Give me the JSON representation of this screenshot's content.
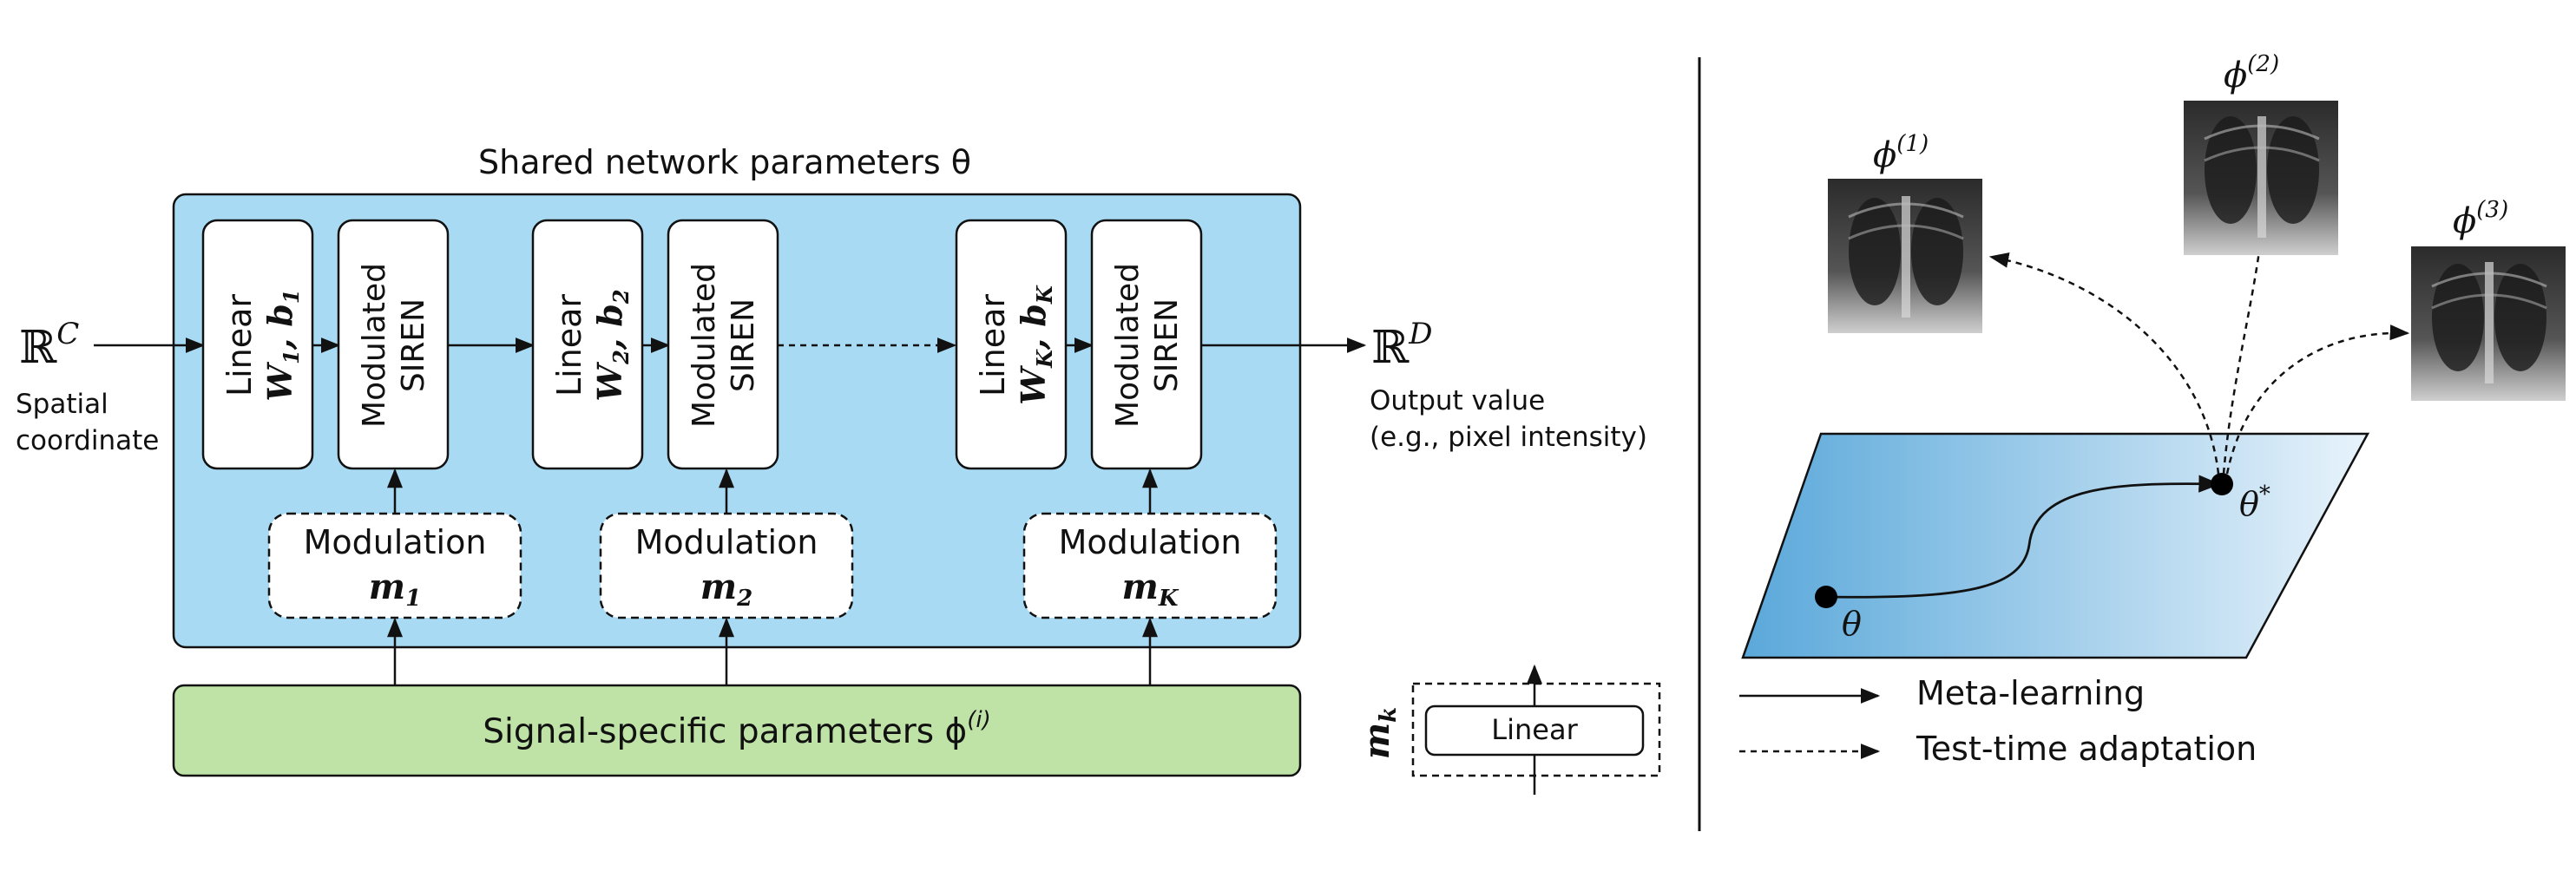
{
  "left": {
    "shared_title": "Shared network parameters θ",
    "input_symbol": "ℝ",
    "input_sup": "C",
    "input_caption_1": "Spatial",
    "input_caption_2": "coordinate",
    "output_symbol": "ℝ",
    "output_sup": "D",
    "output_caption_1": "Output value",
    "output_caption_2": "(e.g., pixel intensity)",
    "blocks": [
      {
        "linear_label": "Linear",
        "w_main": "W",
        "w_sub": "1",
        "b_main": "b",
        "b_sub": "1",
        "siren_line1": "Modulated",
        "siren_line2": "SIREN",
        "mod_label": "Modulation",
        "mod_main": "m",
        "mod_sub": "1"
      },
      {
        "linear_label": "Linear",
        "w_main": "W",
        "w_sub": "2",
        "b_main": "b",
        "b_sub": "2",
        "siren_line1": "Modulated",
        "siren_line2": "SIREN",
        "mod_label": "Modulation",
        "mod_main": "m",
        "mod_sub": "2"
      },
      {
        "linear_label": "Linear",
        "w_main": "W",
        "w_sub": "K",
        "b_main": "b",
        "b_sub": "K",
        "siren_line1": "Modulated",
        "siren_line2": "SIREN",
        "mod_label": "Modulation",
        "mod_main": "m",
        "mod_sub": "K"
      }
    ],
    "signal_label": "Signal-specific parameters ϕ",
    "signal_sup": "(i)",
    "mk_main": "m",
    "mk_sub": "k",
    "mk_linear": "Linear"
  },
  "right": {
    "phi_labels": [
      {
        "main": "ϕ",
        "sup": "(1)"
      },
      {
        "main": "ϕ",
        "sup": "(2)"
      },
      {
        "main": "ϕ",
        "sup": "(3)"
      }
    ],
    "theta": "θ",
    "theta_star": "θ",
    "theta_star_sup": "*",
    "legend_meta": "Meta-learning",
    "legend_tta": "Test-time adaptation"
  },
  "colors": {
    "shared_bg": "#a9daf3",
    "signal_bg": "#bfe3a7",
    "plane_dark": "#5aa8da",
    "plane_light": "#e8f3fb"
  }
}
